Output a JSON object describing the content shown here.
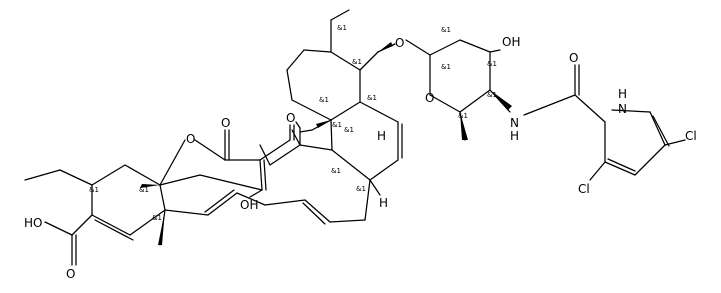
{
  "atom_labels": {
    "o_glycosidic": "O",
    "oh_sugar": "OH",
    "o_carbonyl_amide": "O",
    "o_pyran": "O",
    "h_pyrrole": "H",
    "n_pyrrole": "N",
    "cl_right": "Cl",
    "nh_amide": "N",
    "h_amide": "H",
    "cl_bottom": "Cl",
    "o_ring": "O",
    "o_ester_carbonyl": "O",
    "o_ketone": "O",
    "h_ring_junction": "H",
    "oh_enol": "OH",
    "h_allylic": "H",
    "ho_acid": "HO",
    "o_acid_carbonyl": "O"
  },
  "stereo_marker": "&1"
}
